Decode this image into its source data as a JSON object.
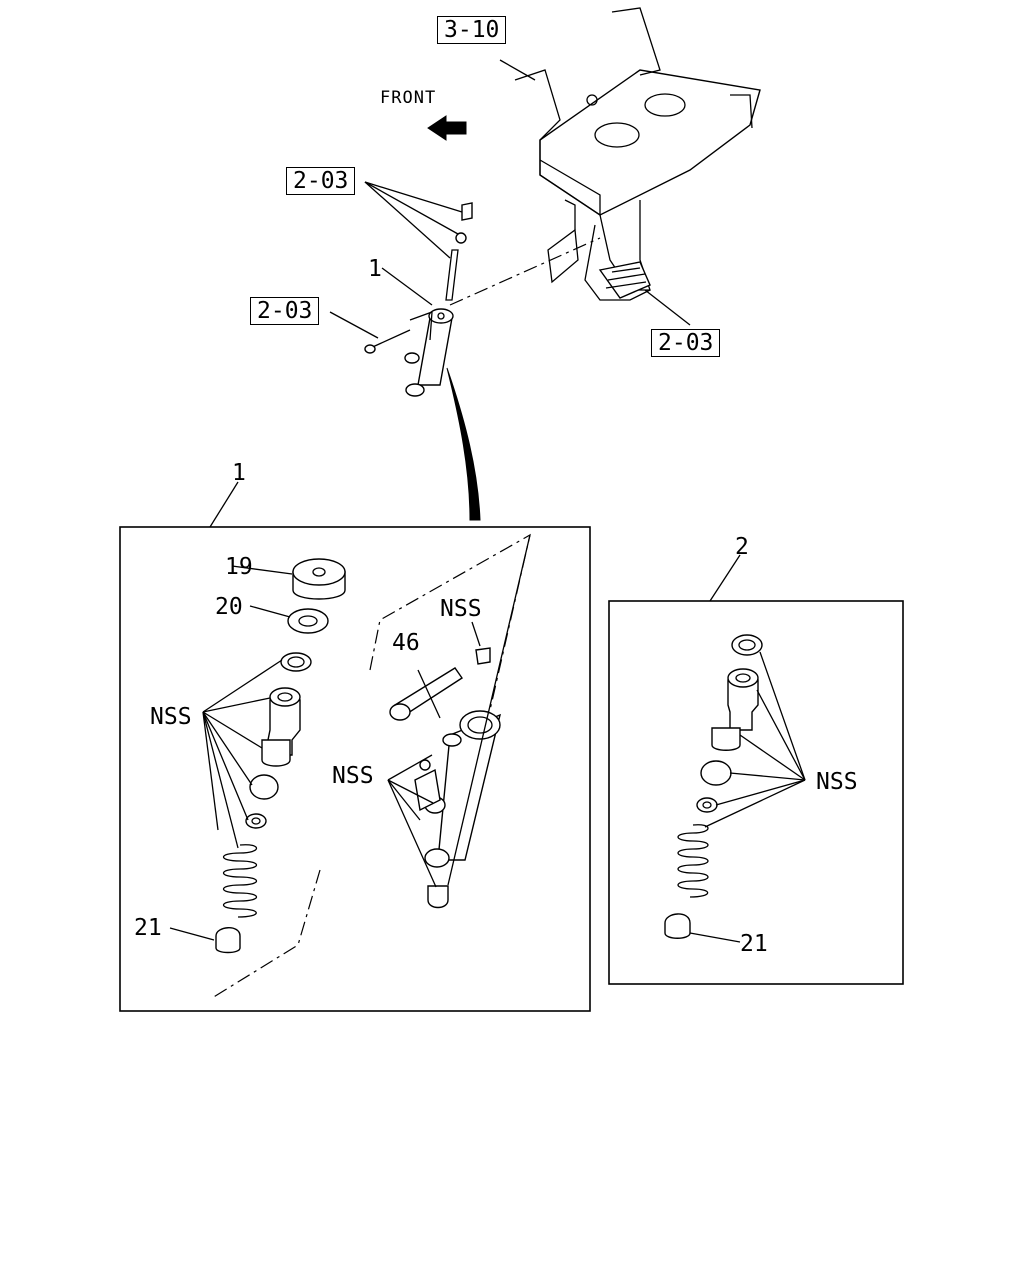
{
  "refs": {
    "r_3_10": "3-10",
    "r_2_03_a": "2-03",
    "r_2_03_b": "2-03",
    "r_2_03_c": "2-03"
  },
  "front_label": "FRONT",
  "callouts": {
    "item1_top": "1",
    "box1_label": "1",
    "box2_label": "2",
    "p19": "19",
    "p20": "20",
    "p46": "46",
    "p21_left": "21",
    "p21_right": "21",
    "nss_left": "NSS",
    "nss_top": "NSS",
    "nss_mid": "NSS",
    "nss_right": "NSS"
  }
}
